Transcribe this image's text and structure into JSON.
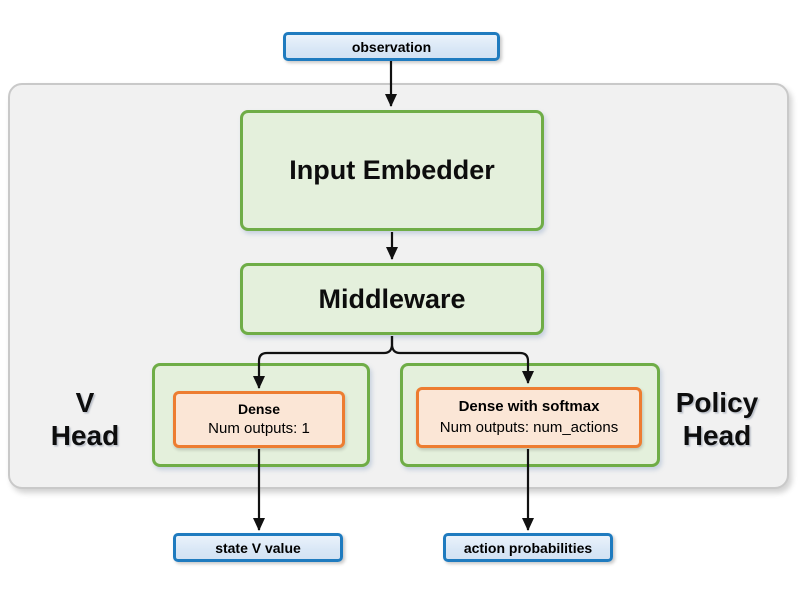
{
  "diagram": {
    "description": "Actor-critic network architecture flowchart",
    "nodes": {
      "observation": {
        "label": "observation"
      },
      "input_embedder": {
        "label": "Input Embedder"
      },
      "middleware": {
        "label": "Middleware"
      },
      "v_head_label": {
        "line1": "V",
        "line2": "Head"
      },
      "policy_head_label": {
        "line1": "Policy",
        "line2": "Head"
      },
      "dense": {
        "title": "Dense",
        "subtitle": "Num outputs: 1"
      },
      "dense_softmax": {
        "title": "Dense with softmax",
        "subtitle": "Num outputs: num_actions"
      },
      "state_v_value": {
        "label": "state V value"
      },
      "action_probabilities": {
        "label": "action probabilities"
      }
    },
    "edges": [
      {
        "from": "observation",
        "to": "input_embedder"
      },
      {
        "from": "input_embedder",
        "to": "middleware"
      },
      {
        "from": "middleware",
        "to": "dense"
      },
      {
        "from": "middleware",
        "to": "dense_softmax"
      },
      {
        "from": "dense",
        "to": "state_v_value"
      },
      {
        "from": "dense_softmax",
        "to": "action_probabilities"
      }
    ],
    "colors": {
      "io_border": "#1f7bbf",
      "io_fill": "#dce9f6",
      "module_border": "#6fad47",
      "module_fill": "#e4f0dc",
      "dense_border": "#ed7d31",
      "dense_fill": "#fbe6d6",
      "container_fill": "#f1f1f1",
      "container_border": "#c9c9c9",
      "connector": "#111111"
    }
  }
}
